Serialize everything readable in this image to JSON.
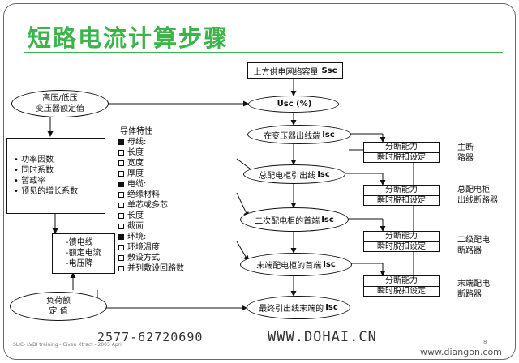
{
  "title": "短路电流计算步骤",
  "top_box": {
    "text": "上方供电网络容量",
    "bold": "Ssc"
  },
  "usc": {
    "text": "Usc (%)"
  },
  "transformer": {
    "line1": "高压/低压",
    "line2": "变压器额定值"
  },
  "nodes": [
    {
      "text": "在变压器出线端",
      "bold": "Isc"
    },
    {
      "text": "总配电柜引出线",
      "bold": "Isc"
    },
    {
      "text": "二次配电柜的首端",
      "bold": "Isc"
    },
    {
      "text": "末端配电柜的首端",
      "bold": "Isc"
    },
    {
      "text": "最终引出线末端的",
      "bold": "Isc"
    }
  ],
  "load_factors": [
    "• 功率因数",
    "• 同时系数",
    "• 暂载率",
    "• 预见的增长系数"
  ],
  "load_rating": {
    "line1": "负荷额",
    "line2": "定 值"
  },
  "cable_params": [
    "-馈电线",
    "-额定电流",
    "-电压降"
  ],
  "conductors": {
    "heading": "导体特性",
    "items": [
      {
        "mark": "filled",
        "text": "母线:"
      },
      {
        "mark": "empty",
        "text": "长度"
      },
      {
        "mark": "empty",
        "text": "宽度"
      },
      {
        "mark": "empty",
        "text": "厚度"
      },
      {
        "mark": "filled",
        "text": "电缆:"
      },
      {
        "mark": "empty",
        "text": "绝缘材料"
      },
      {
        "mark": "empty",
        "text": "单芯或多芯"
      },
      {
        "mark": "empty",
        "text": "长度"
      },
      {
        "mark": "empty",
        "text": "截面"
      },
      {
        "mark": "filled",
        "text": "环境:"
      },
      {
        "mark": "empty",
        "text": "环境温度"
      },
      {
        "mark": "empty",
        "text": "敷设方式"
      },
      {
        "mark": "empty",
        "text": "并列敷设回路数"
      }
    ]
  },
  "breaker_boxes": [
    {
      "top": "分断能力",
      "bottom": "瞬时脱扣设定",
      "label1": "主断",
      "label2": "路器"
    },
    {
      "top": "分断能力",
      "bottom": "瞬时脱扣设定",
      "label1": "总配电柜",
      "label2": "出线断路器"
    },
    {
      "top": "分断能力",
      "bottom": "瞬时脱扣设定",
      "label1": "二级配电",
      "label2": "断路器"
    },
    {
      "top": "分断能力",
      "bottom": "瞬时脱扣设定",
      "label1": "末端配电",
      "label2": "断路器"
    }
  ],
  "footer": {
    "small": "SLIC- LVDI training - Civen Xtract - 2003 April",
    "phone": "2577-62720690",
    "website": "WWW.DOHAI.CN",
    "watermark": "www.diangon.com",
    "dot": "8"
  },
  "colors": {
    "title": "#3bb44a",
    "line": "#111111"
  }
}
